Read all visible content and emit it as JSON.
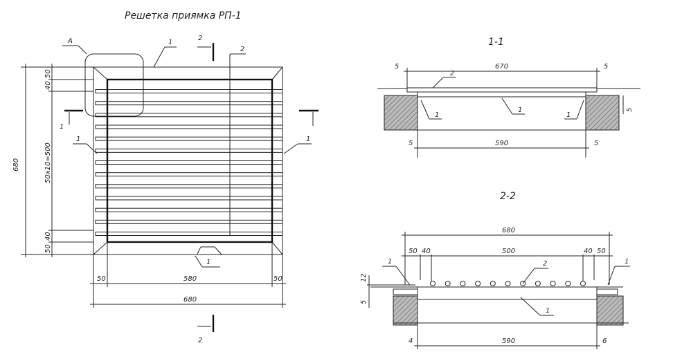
{
  "title": "Решетка приямка РП-1",
  "plan": {
    "callout_a": "А",
    "mark_1": "1",
    "mark_2": "2",
    "section_1": "1",
    "section_2": "2",
    "dim_total_height": "680",
    "dim_top_50": "50",
    "dim_top_40": "40",
    "dim_pitch": "50x10=500",
    "dim_bottom_40": "40",
    "dim_bottom_50": "50",
    "dim_left_50": "50",
    "dim_mid_580": "580",
    "dim_right_50": "50",
    "dim_total_width": "680",
    "bar_count": 13
  },
  "section_1_1": {
    "title": "1-1",
    "dim_top": "670",
    "dim_left_5": "5",
    "dim_right_5": "5",
    "dim_side_5": "5",
    "dim_bottom": "590",
    "dim_bottom_left_5": "5",
    "dim_bottom_right_5": "5",
    "mark_1": "1",
    "mark_2": "2"
  },
  "section_2_2": {
    "title": "2-2",
    "dim_total": "680",
    "dim_50_left": "50",
    "dim_40_left": "40",
    "dim_500": "500",
    "dim_40_right": "40",
    "dim_50_right": "50",
    "dim_12": "12",
    "dim_5": "5",
    "dim_bottom": "590",
    "dim_4": "4",
    "dim_6": "6",
    "mark_1": "1",
    "mark_2": "2",
    "rod_count": 11
  }
}
